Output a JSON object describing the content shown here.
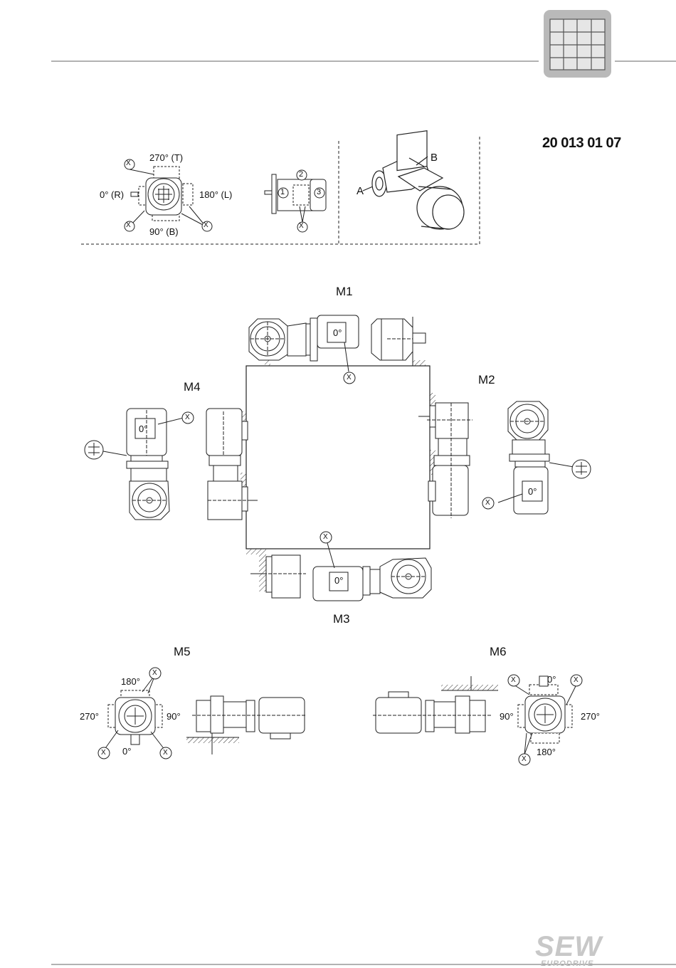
{
  "document_code": "20 013 01 07",
  "legend": {
    "pos_270": "270° (T)",
    "pos_0": "0° (R)",
    "pos_180": "180° (L)",
    "pos_90": "90° (B)",
    "x_mark": "X",
    "circle_1": "1",
    "circle_2": "2",
    "circle_3": "3",
    "side_a": "A",
    "side_b": "B"
  },
  "mounting_positions": {
    "m1": "M1",
    "m2": "M2",
    "m3": "M3",
    "m4": "M4",
    "m5": "M5",
    "m6": "M6"
  },
  "terminal_box_label": "0°",
  "m5_angles": {
    "a180": "180°",
    "a270": "270°",
    "a90": "90°",
    "a0": "0°"
  },
  "m6_angles": {
    "a0": "0°",
    "a90": "90°",
    "a270": "270°",
    "a180": "180°"
  },
  "logo": {
    "brand": "SEW",
    "sub": "EURODRIVE"
  }
}
